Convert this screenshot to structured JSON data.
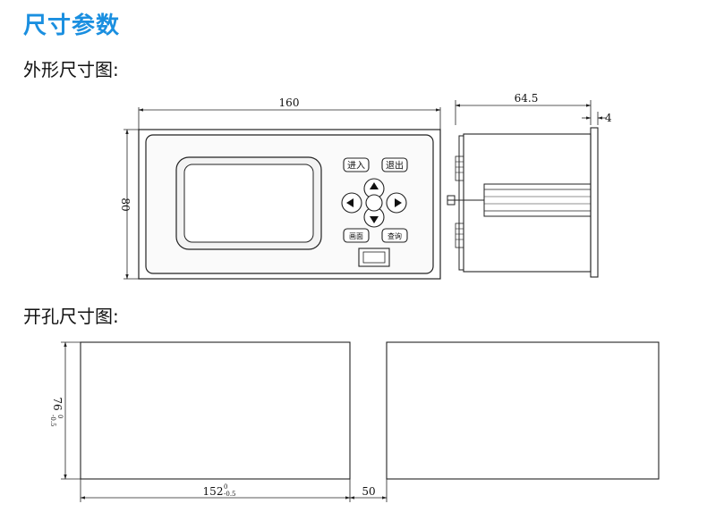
{
  "header": {
    "title": "尺寸参数"
  },
  "sections": {
    "outline_title": "外形尺寸图:",
    "cutout_title": "开孔尺寸图:"
  },
  "outline": {
    "width_label": "160",
    "height_label": "80",
    "depth_label": "64.5",
    "bezel_label": "4"
  },
  "panel_buttons": {
    "enter": "进入",
    "exit": "退出",
    "left_button": "画面",
    "right_button": "查询"
  },
  "cutout": {
    "height_base": "76",
    "height_tol_upper": "0",
    "height_tol_lower": "-0.5",
    "width_base": "152",
    "width_tol_upper": "0",
    "width_tol_lower": "-0.5",
    "gap_label": "50"
  },
  "colors": {
    "title": "#1a8fe0",
    "line": "#222222"
  }
}
